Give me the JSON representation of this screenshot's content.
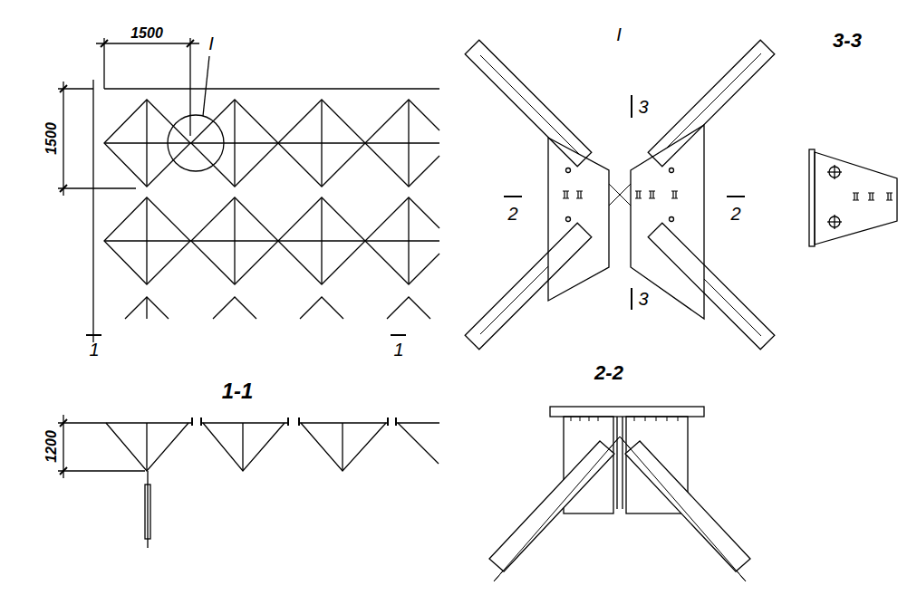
{
  "diagram": {
    "labels": [
      "1500",
      "I",
      "1500",
      "1200",
      "1",
      "1",
      "1-1",
      "I",
      "3",
      "2",
      "2",
      "3",
      "3-3",
      "2-2"
    ]
  }
}
